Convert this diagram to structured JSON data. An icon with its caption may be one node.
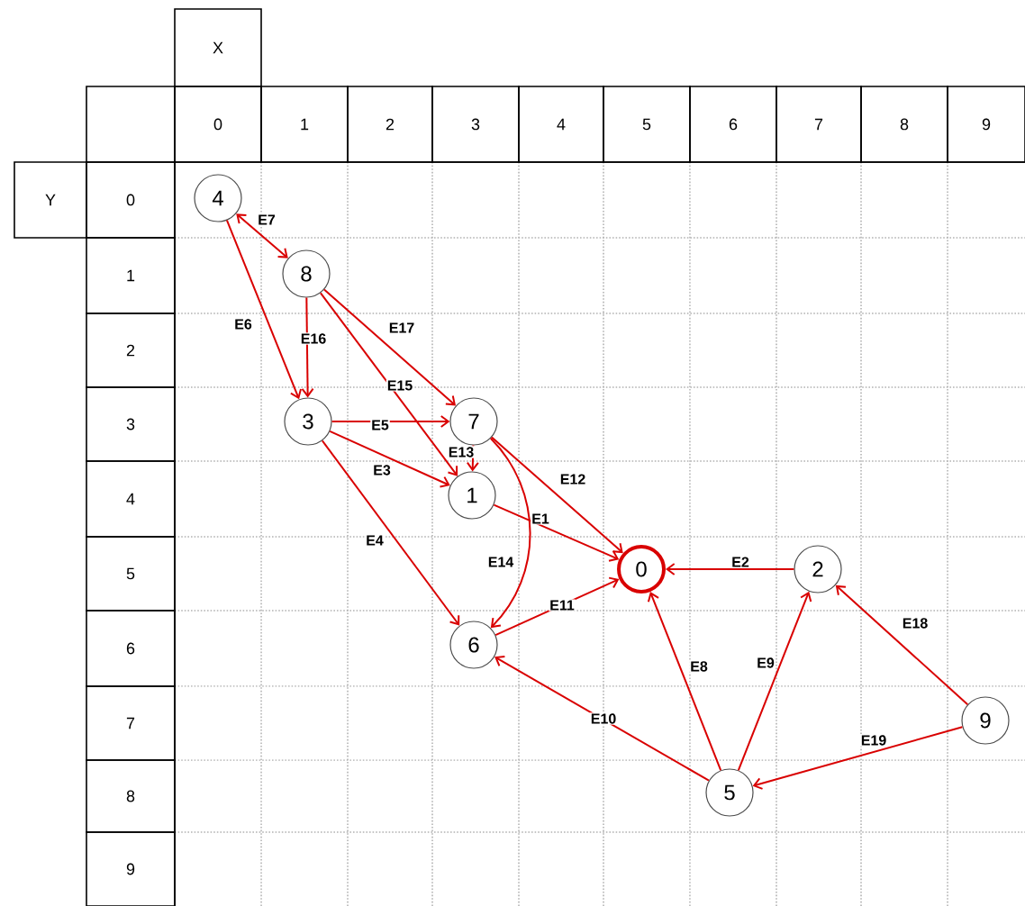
{
  "diagram": {
    "nodes": [
      {
        "text": [
          "4"
        ]
      },
      {
        "text": [
          "8"
        ]
      },
      {
        "text": [
          "3"
        ]
      },
      {
        "text": [
          "7"
        ]
      },
      {
        "text": [
          "1"
        ]
      },
      {
        "text": [
          "0"
        ]
      },
      {
        "text": [
          "2"
        ]
      },
      {
        "text": [
          "6"
        ]
      },
      {
        "text": [
          "9"
        ]
      },
      {
        "text": [
          "5"
        ]
      }
    ],
    "edges": [
      {
        "from": 4,
        "to": 5,
        "arrow": "to",
        "label": "E1"
      },
      {
        "from": 6,
        "to": 5,
        "arrow": "to",
        "label": "E2"
      },
      {
        "from": 2,
        "to": 4,
        "arrow": "to",
        "label": "E3"
      },
      {
        "from": 2,
        "to": 7,
        "arrow": "to",
        "label": "E4"
      },
      {
        "from": 2,
        "to": 3,
        "arrow": "to",
        "label": "E5"
      },
      {
        "from": 0,
        "to": 2,
        "arrow": "to",
        "label": "E6"
      },
      {
        "from": 0,
        "to": 1,
        "arrow": "both",
        "label": "E7"
      },
      {
        "from": 9,
        "to": 5,
        "arrow": "to",
        "label": "E8"
      },
      {
        "from": 9,
        "to": 6,
        "arrow": "to",
        "label": "E9"
      },
      {
        "from": 9,
        "to": 7,
        "arrow": "to",
        "label": "E10"
      },
      {
        "from": 7,
        "to": 5,
        "arrow": "to",
        "label": "E11"
      },
      {
        "from": 3,
        "to": 5,
        "arrow": "to",
        "label": "E12"
      },
      {
        "from": 3,
        "to": 4,
        "arrow": "to",
        "label": "E13"
      },
      {
        "from": 3,
        "to": 7,
        "arrow": "to",
        "label": "E14"
      },
      {
        "from": 1,
        "to": 4,
        "arrow": "to",
        "label": "E15"
      },
      {
        "from": 1,
        "to": 2,
        "arrow": "to",
        "label": "E16"
      },
      {
        "from": 1,
        "to": 3,
        "arrow": "to",
        "label": "E17"
      },
      {
        "from": 8,
        "to": 6,
        "arrow": "to",
        "label": "E18"
      },
      {
        "from": 8,
        "to": 9,
        "arrow": "to",
        "label": "E19"
      }
    ],
    "labels": [
      "X",
      "0",
      "1",
      "2",
      "3",
      "4",
      "5",
      "6",
      "7",
      "8",
      "9",
      "Y",
      "0",
      "1",
      "2",
      "3",
      "4",
      "5",
      "6",
      "7",
      "8",
      "9"
    ]
  }
}
